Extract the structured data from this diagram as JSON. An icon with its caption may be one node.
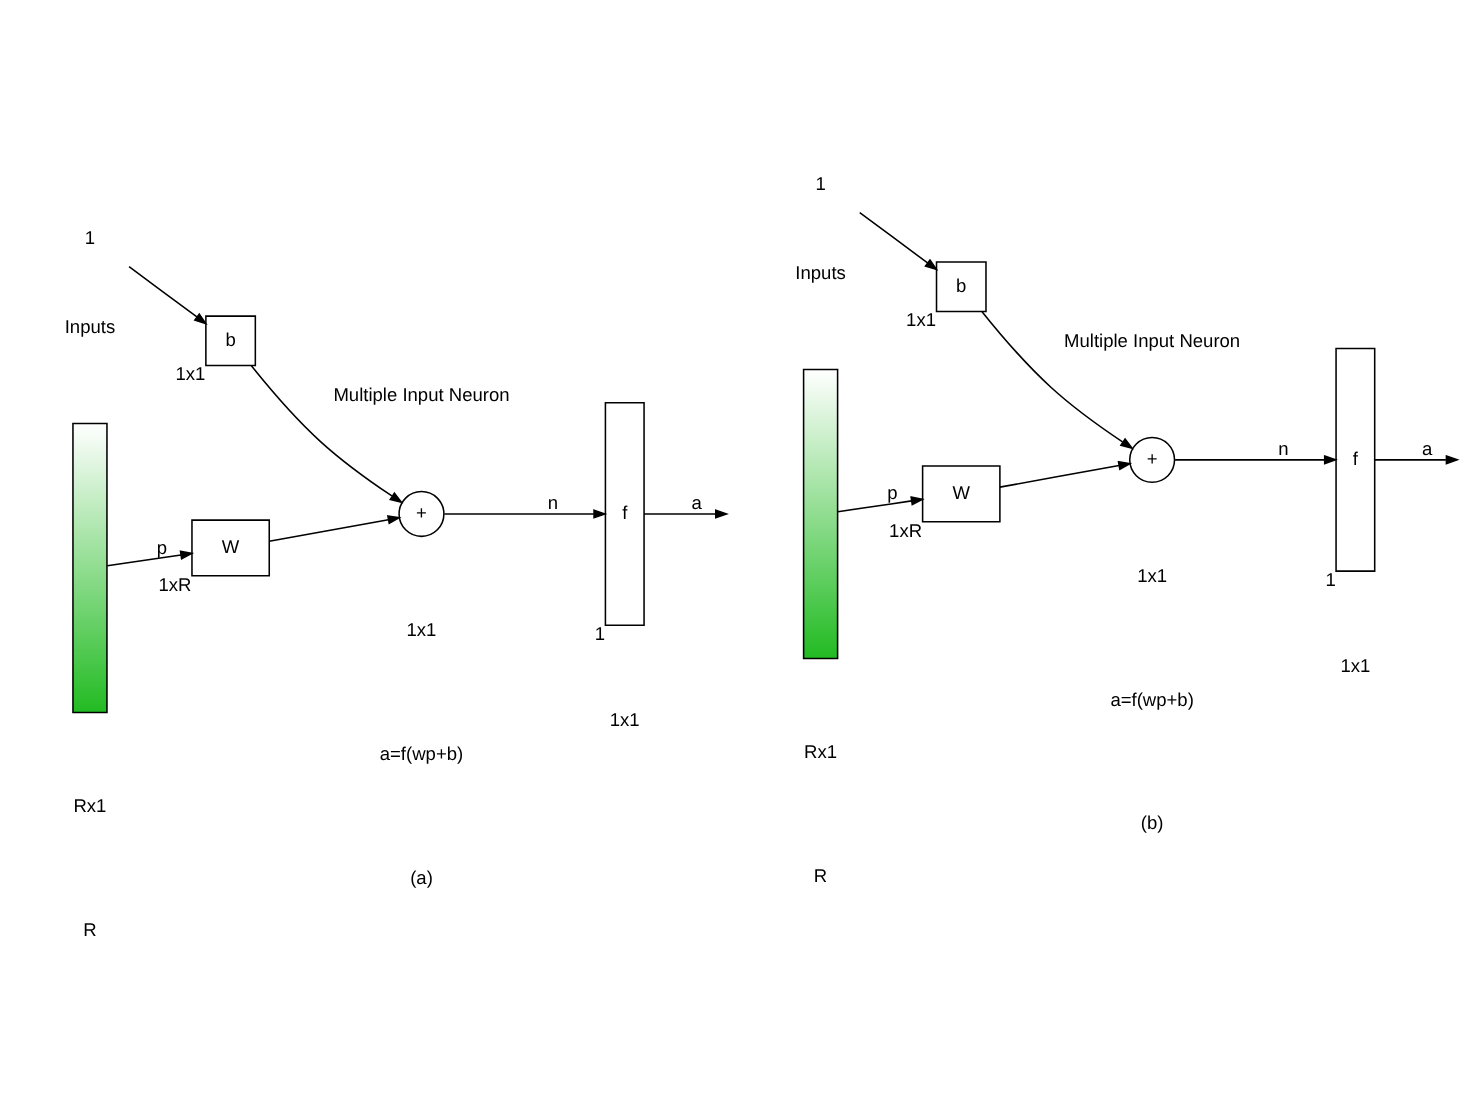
{
  "diagram": {
    "nodes": [
      {
        "text": [],
        "shape": "bar"
      },
      {
        "text": [
          "1"
        ]
      },
      {
        "text": [
          "W"
        ],
        "beside": [
          "1xR"
        ]
      },
      {
        "text": [
          "b"
        ],
        "beside": [
          "1x1"
        ]
      },
      {
        "text": [
          "+"
        ]
      },
      {
        "text": [
          "f"
        ],
        "beside": [
          "1"
        ]
      },
      {
        "text": [],
        "shape": "bar"
      },
      {
        "text": [
          "1"
        ]
      },
      {
        "text": [
          "W"
        ],
        "beside": [
          "1xR"
        ]
      },
      {
        "text": [
          "b"
        ],
        "beside": [
          "1x1"
        ]
      },
      {
        "text": [
          "+"
        ]
      },
      {
        "text": [
          "f"
        ],
        "beside": [
          "1"
        ]
      }
    ],
    "edges": [
      {
        "from": 0,
        "to": 2,
        "arrow": "to",
        "label": "p"
      },
      {
        "from": 1,
        "to": 3,
        "arrow": "to"
      },
      {
        "from": 2,
        "to": 4,
        "arrow": "to"
      },
      {
        "from": 3,
        "to": 4,
        "arrow": "to"
      },
      {
        "from": 4,
        "to": 5,
        "arrow": "to",
        "label": "n"
      },
      {
        "from": 5,
        "to": null,
        "arrow": "to",
        "label": "a"
      },
      {
        "from": 6,
        "to": 8,
        "arrow": "to",
        "label": "p"
      },
      {
        "from": 7,
        "to": 9,
        "arrow": "to"
      },
      {
        "from": 8,
        "to": 10,
        "arrow": "to"
      },
      {
        "from": 9,
        "to": 10,
        "arrow": "to"
      },
      {
        "from": 10,
        "to": 11,
        "arrow": "to",
        "label": "n"
      },
      {
        "from": 11,
        "to": null,
        "arrow": "to",
        "label": "a"
      }
    ],
    "labels": [
      "Inputs",
      "Multiple Input Neuron",
      "Rx1",
      "1x1",
      "1x1",
      "R",
      "a=f(wp+b)",
      "(a)",
      "Inputs",
      "Multiple Input Neuron",
      "Rx1",
      "1x1",
      "1x1",
      "R",
      "a=f(wp+b)",
      "(b)"
    ]
  }
}
